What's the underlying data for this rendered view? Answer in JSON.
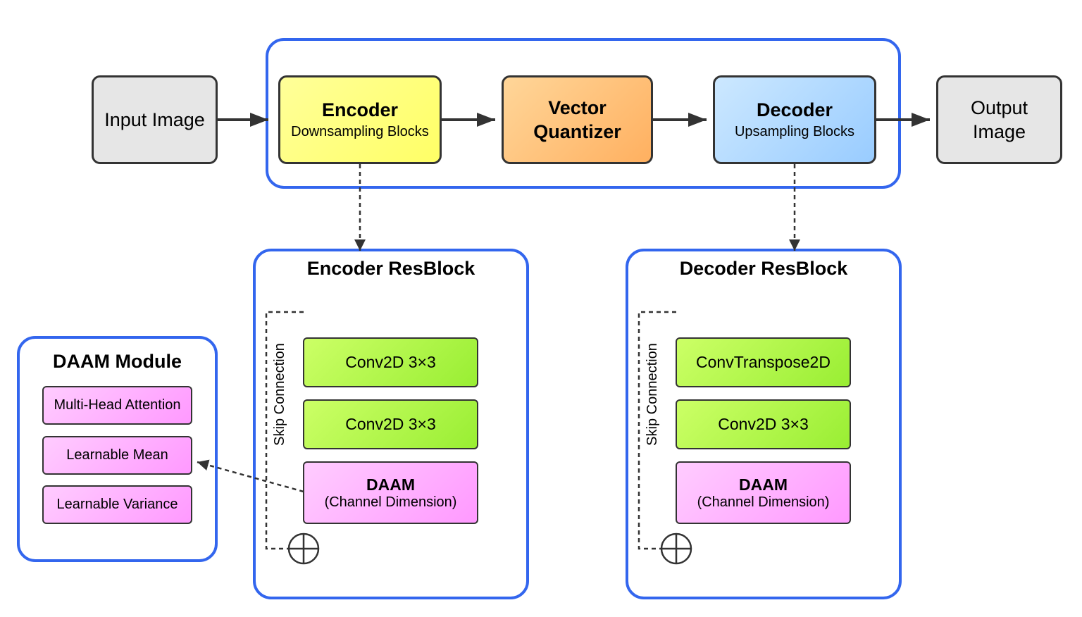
{
  "pipeline": {
    "input": "Input Image",
    "encoder": {
      "title": "Encoder",
      "subtitle": "Downsampling Blocks"
    },
    "quantizer": {
      "line1": "Vector",
      "line2": "Quantizer"
    },
    "decoder": {
      "title": "Decoder",
      "subtitle": "Upsampling Blocks"
    },
    "output": {
      "line1": "Output",
      "line2": "Image"
    }
  },
  "encoder_resblock": {
    "title": "Encoder ResBlock",
    "skip_label": "Skip Connection",
    "blocks": [
      "Conv2D 3×3",
      "Conv2D 3×3"
    ],
    "daam": {
      "title": "DAAM",
      "subtitle": "(Channel Dimension)"
    }
  },
  "decoder_resblock": {
    "title": "Decoder ResBlock",
    "skip_label": "Skip Connection",
    "blocks": [
      "ConvTranspose2D",
      "Conv2D 3×3"
    ],
    "daam": {
      "title": "DAAM",
      "subtitle": "(Channel Dimension)"
    }
  },
  "daam_module": {
    "title": "DAAM Module",
    "items": [
      "Multi-Head Attention",
      "Learnable Mean",
      "Learnable Variance"
    ]
  },
  "colors": {
    "container_border": "#3366ee",
    "node_border": "#333333",
    "gray": "#e6e6e6",
    "yellow": "#ffff66",
    "orange": "#ffb060",
    "blue": "#99ccff",
    "green": "#99ee33",
    "pink": "#ff99ff"
  }
}
